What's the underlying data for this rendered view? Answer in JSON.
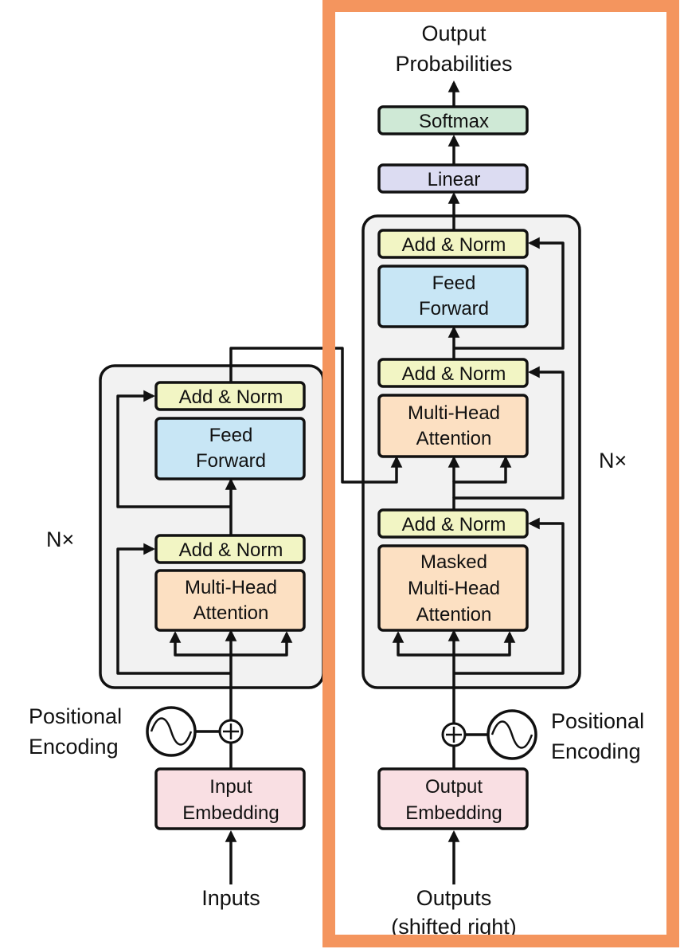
{
  "colors": {
    "add_norm": "#f2f5c4",
    "feed_forward": "#c8e6f5",
    "attention": "#fce0c2",
    "embedding": "#f9dfe3",
    "linear": "#dcdcf2",
    "softmax": "#cfe9d6",
    "stack": "#f2f2f2",
    "highlight": "#f4955e"
  },
  "icons": [
    "sine-wave-icon",
    "plus-circle-icon"
  ],
  "encoder": {
    "add_norm_top": "Add & Norm",
    "feed_forward": [
      "Feed",
      "Forward"
    ],
    "add_norm_bottom": "Add & Norm",
    "attention": [
      "Multi-Head",
      "Attention"
    ],
    "repeat": "N×",
    "positional": [
      "Positional",
      "Encoding"
    ],
    "embedding": [
      "Input",
      "Embedding"
    ],
    "input": "Inputs"
  },
  "decoder": {
    "output_probs": [
      "Output",
      "Probabilities"
    ],
    "softmax": "Softmax",
    "linear": "Linear",
    "add_norm_top": "Add & Norm",
    "feed_forward": [
      "Feed",
      "Forward"
    ],
    "add_norm_mid": "Add & Norm",
    "cross_attention": [
      "Multi-Head",
      "Attention"
    ],
    "add_norm_bottom": "Add & Norm",
    "masked_attention": [
      "Masked",
      "Multi-Head",
      "Attention"
    ],
    "repeat": "N×",
    "positional": [
      "Positional",
      "Encoding"
    ],
    "embedding": [
      "Output",
      "Embedding"
    ],
    "input": [
      "Outputs",
      "(shifted right)"
    ]
  }
}
